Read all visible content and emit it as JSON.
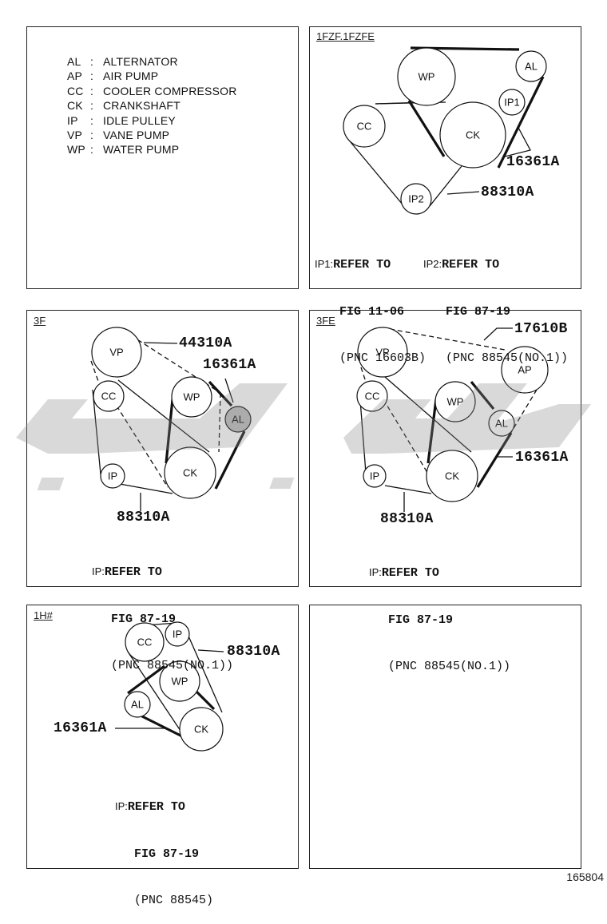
{
  "legend": [
    {
      "code": "AL",
      "name": "ALTERNATOR"
    },
    {
      "code": "AP",
      "name": "AIR PUMP"
    },
    {
      "code": "CC",
      "name": "COOLER COMPRESSOR"
    },
    {
      "code": "CK",
      "name": "CRANKSHAFT"
    },
    {
      "code": "IP",
      "name": "IDLE PULLEY"
    },
    {
      "code": "VP",
      "name": "VANE PUMP"
    },
    {
      "code": "WP",
      "name": "WATER PUMP"
    }
  ],
  "panels": {
    "p1": {
      "tag": "1FZF.1FZFE",
      "pulleys": {
        "wp": "WP",
        "al": "AL",
        "ip1": "IP1",
        "cc": "CC",
        "ck": "CK",
        "ip2": "IP2"
      },
      "callouts": [
        "16361A",
        "88310A"
      ],
      "note_a": {
        "prefix": "IP1:",
        "lines": [
          "REFER TO",
          "FIG 11-06",
          "(PNC 16603B)"
        ]
      },
      "note_b": {
        "prefix": "IP2:",
        "lines": [
          "REFER TO",
          "FIG 87-19",
          "(PNC 88545(NO.1))"
        ]
      }
    },
    "p2": {
      "tag": "3F",
      "pulleys": {
        "vp": "VP",
        "cc": "CC",
        "wp": "WP",
        "al": "AL",
        "ip": "IP",
        "ck": "CK"
      },
      "callouts": [
        "44310A",
        "16361A",
        "88310A"
      ],
      "note": {
        "prefix": "IP:",
        "lines": [
          "REFER TO",
          "FIG 87-19",
          "(PNC 88545(NO.1))"
        ]
      }
    },
    "p3": {
      "tag": "3FE",
      "pulleys": {
        "vp": "VP",
        "ap": "AP",
        "cc": "CC",
        "wp": "WP",
        "al": "AL",
        "ip": "IP",
        "ck": "CK"
      },
      "callouts": [
        "17610B",
        "16361A",
        "88310A"
      ],
      "note": {
        "prefix": "IP:",
        "lines": [
          "REFER TO",
          "FIG 87-19",
          "(PNC 88545(NO.1))"
        ]
      }
    },
    "p4": {
      "tag": "1H#",
      "pulleys": {
        "cc": "CC",
        "ip": "IP",
        "wp": "WP",
        "al": "AL",
        "ck": "CK"
      },
      "callouts": [
        "88310A",
        "16361A"
      ],
      "note": {
        "prefix": "IP:",
        "lines": [
          "REFER TO",
          "FIG 87-19",
          "(PNC 88545)"
        ]
      }
    }
  },
  "figure_id": "165804"
}
